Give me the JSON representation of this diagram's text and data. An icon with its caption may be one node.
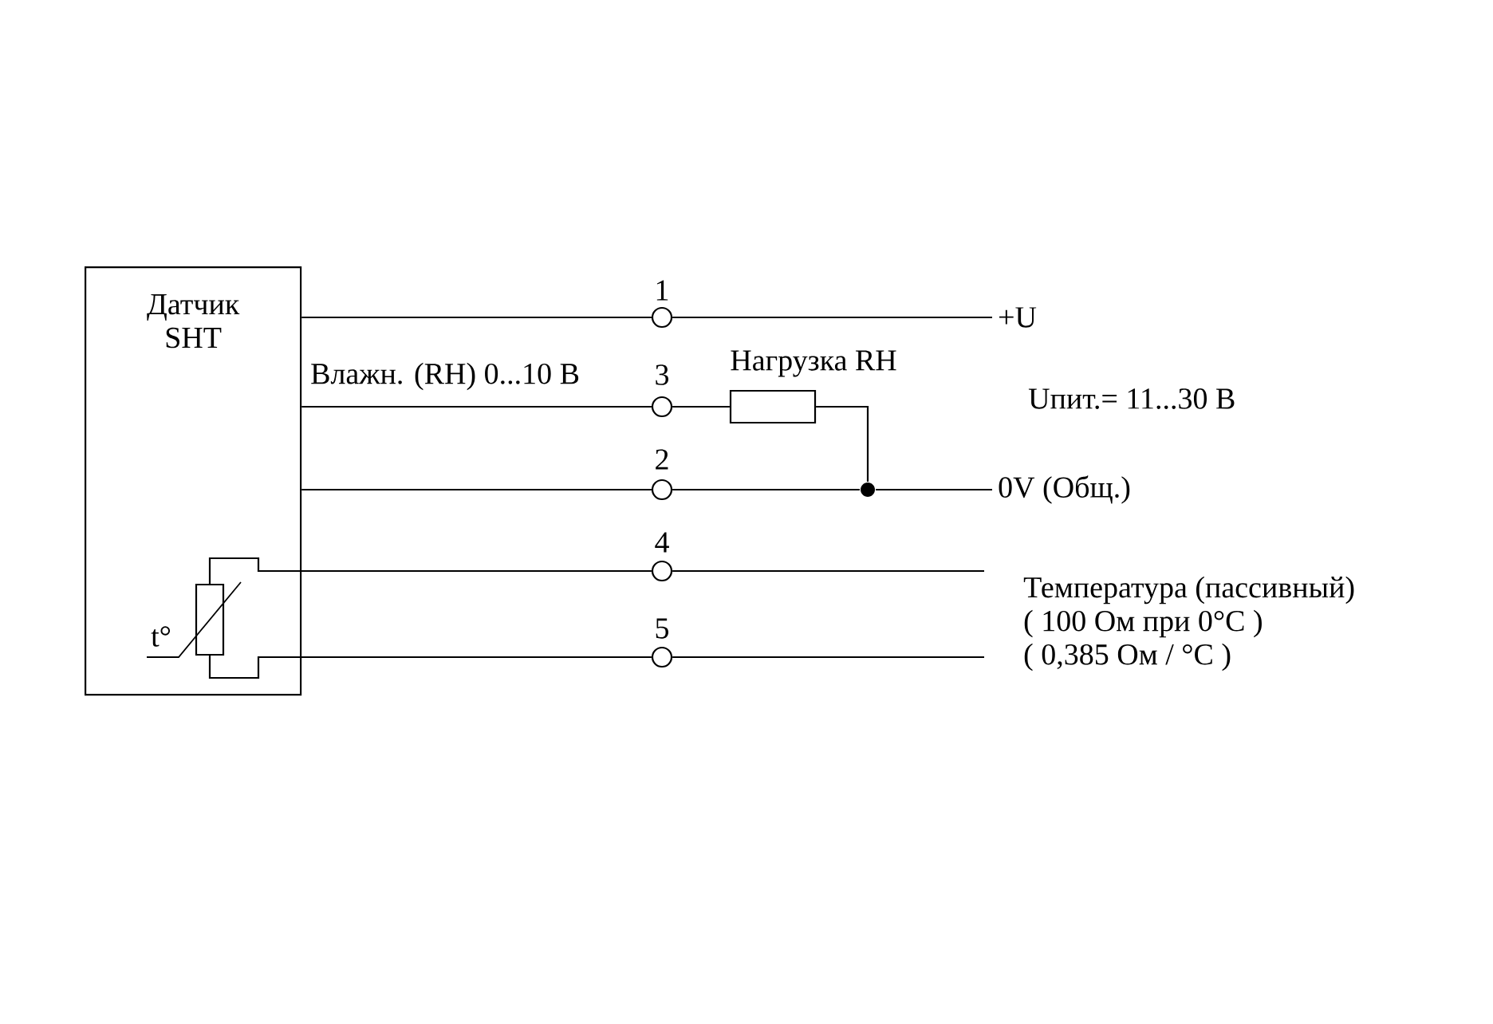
{
  "diagram": {
    "nodes": [
      {
        "text": [
          "Датчик SHT"
        ]
      },
      {
        "text": [],
        "shape": "circle",
        "beside": [
          "1"
        ]
      },
      {
        "text": [],
        "shape": "circle",
        "beside": [
          "3"
        ]
      },
      {
        "text": [],
        "shape": "circle",
        "beside": [
          "2"
        ]
      },
      {
        "text": [],
        "shape": "circle",
        "beside": [
          "4"
        ]
      },
      {
        "text": [],
        "shape": "circle",
        "beside": [
          "5"
        ]
      },
      {
        "text": [],
        "shape": "box",
        "beside": [
          "Нагрузка RH"
        ]
      },
      {
        "text": [],
        "shape": "circle"
      },
      {
        "text": [],
        "shape": "box",
        "in": 0,
        "beside": [
          "t°"
        ]
      },
      {
        "text": [
          "+U"
        ]
      },
      {
        "text": [
          "0V (Общ.)"
        ]
      }
    ],
    "edges": [
      {
        "from": 0,
        "to": 1,
        "arrow": "none"
      },
      {
        "from": 1,
        "to": 9,
        "arrow": "none"
      },
      {
        "from": 0,
        "to": 2,
        "arrow": "none",
        "label": "Влажн. (RH) 0...10 В"
      },
      {
        "from": 2,
        "to": 6,
        "arrow": "none"
      },
      {
        "from": 6,
        "to": 7,
        "arrow": "none"
      },
      {
        "from": 0,
        "to": 3,
        "arrow": "none"
      },
      {
        "from": 3,
        "to": 7,
        "arrow": "none"
      },
      {
        "from": 7,
        "to": 10,
        "arrow": "none"
      },
      {
        "from": 8,
        "to": 4,
        "arrow": "none"
      },
      {
        "from": 8,
        "to": 5,
        "arrow": "none"
      },
      {
        "from": 4,
        "to": null,
        "arrow": "none"
      },
      {
        "from": 5,
        "to": null,
        "arrow": "none"
      }
    ],
    "labels": [
      "Uпит.= 11...30 В",
      "Температура (пассивный)",
      "( 100 Ом при 0°C )",
      "( 0,385 Ом  /  °C )"
    ]
  }
}
